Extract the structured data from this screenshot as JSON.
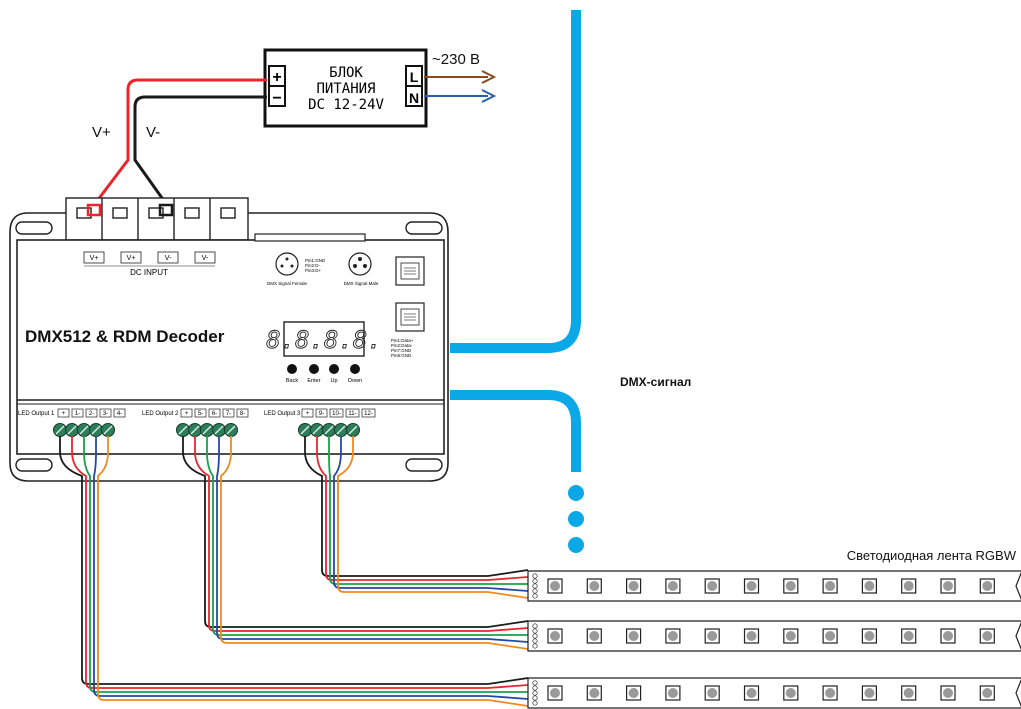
{
  "power_supply": {
    "title_line1": "БЛОК",
    "title_line2": "ПИТАНИЯ",
    "title_line3": "DC 12-24V",
    "plus": "+",
    "minus": "−",
    "terminal_l": "L",
    "terminal_n": "N",
    "mains_label": "~230 В"
  },
  "wire_labels": {
    "v_plus": "V+",
    "v_minus": "V-"
  },
  "decoder": {
    "title": "DMX512 & RDM Decoder",
    "dc_input_label": "DC INPUT",
    "terminal_labels": [
      "V+",
      "V+",
      "V-",
      "V-"
    ],
    "display_digits": "8.8.8.8.",
    "xlr_female": "DMX Signal\nFemale",
    "xlr_male": "DMX Signal\nMale",
    "xlr_pins": [
      "Pin1:GND",
      "Pin2:D-",
      "Pin3:D+"
    ],
    "rj45_pins": [
      "Pin1:Data+",
      "Pin2:Data-",
      "Pin7:GND",
      "Pin8:GND"
    ],
    "buttons": [
      "Back",
      "Enter",
      "Up",
      "Down"
    ],
    "outputs": [
      {
        "label": "LED Output 1",
        "terminals": [
          "+",
          "1-",
          "2-",
          "3-",
          "4-"
        ]
      },
      {
        "label": "LED Output 2",
        "terminals": [
          "+",
          "5-",
          "6-",
          "7-",
          "8-"
        ]
      },
      {
        "label": "LED Output 3",
        "terminals": [
          "+",
          "9-",
          "10-",
          "11-",
          "12-"
        ]
      }
    ]
  },
  "dmx_signal_label": "DMX-сигнал",
  "strip_label": "Светодиодная лента RGBW",
  "colors": {
    "dmx_bus": "#0aa8e6",
    "wire_red": "#e8262b",
    "wire_green": "#1aa04a",
    "wire_blue": "#2848a8",
    "wire_orange": "#f08a1e",
    "wire_black": "#1a1a1a",
    "mains_brown": "#8b4a1e",
    "mains_blue": "#2a5fb0",
    "terminal_green": "#2e7d5a"
  }
}
